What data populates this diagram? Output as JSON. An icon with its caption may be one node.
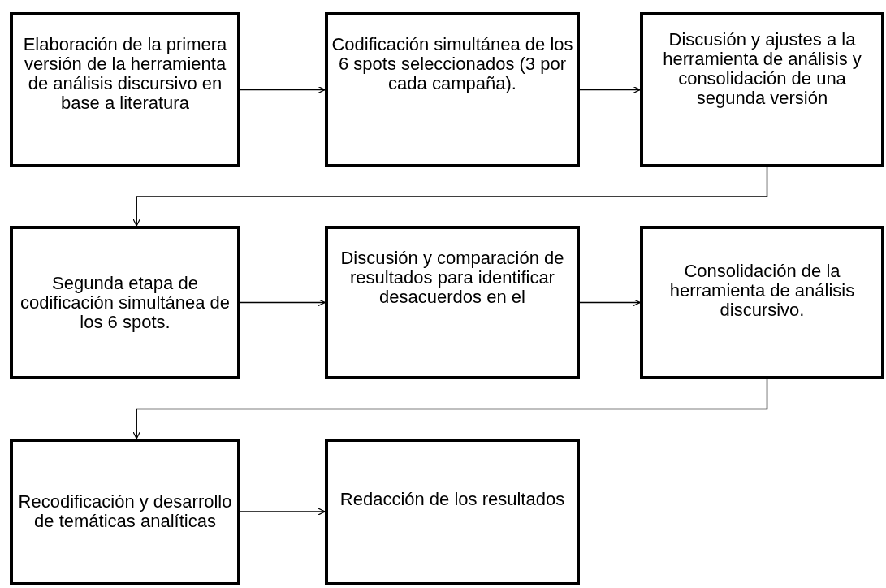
{
  "diagram": {
    "nodes": [
      {
        "text": [
          "Elaboración de la primera versión de la herramienta de análisis discursivo en base a literatura"
        ]
      },
      {
        "text": [
          "Codificación simultánea de los 6 spots seleccionados (3 por cada campaña)."
        ]
      },
      {
        "text": [
          "Discusión y ajustes a la herramienta de análisis y consolidación de una segunda versión"
        ]
      },
      {
        "text": [
          "Segunda etapa de codificación simultánea de los 6 spots."
        ]
      },
      {
        "text": [
          "Discusión y comparación de resultados para identificar desacuerdos en el"
        ]
      },
      {
        "text": [
          "Consolidación de la herramienta de análisis discursivo."
        ]
      },
      {
        "text": [
          "Recodificación y desarrollo de temáticas analíticas"
        ]
      },
      {
        "text": [
          "Redacción de los resultados"
        ]
      }
    ],
    "edges": [
      {
        "from": 0,
        "to": 1,
        "arrow": "to"
      },
      {
        "from": 1,
        "to": 2,
        "arrow": "to"
      },
      {
        "from": 2,
        "to": 3,
        "arrow": "to"
      },
      {
        "from": 3,
        "to": 4,
        "arrow": "to"
      },
      {
        "from": 4,
        "to": 5,
        "arrow": "to"
      },
      {
        "from": 5,
        "to": 6,
        "arrow": "to"
      },
      {
        "from": 6,
        "to": 7,
        "arrow": "to"
      }
    ]
  }
}
